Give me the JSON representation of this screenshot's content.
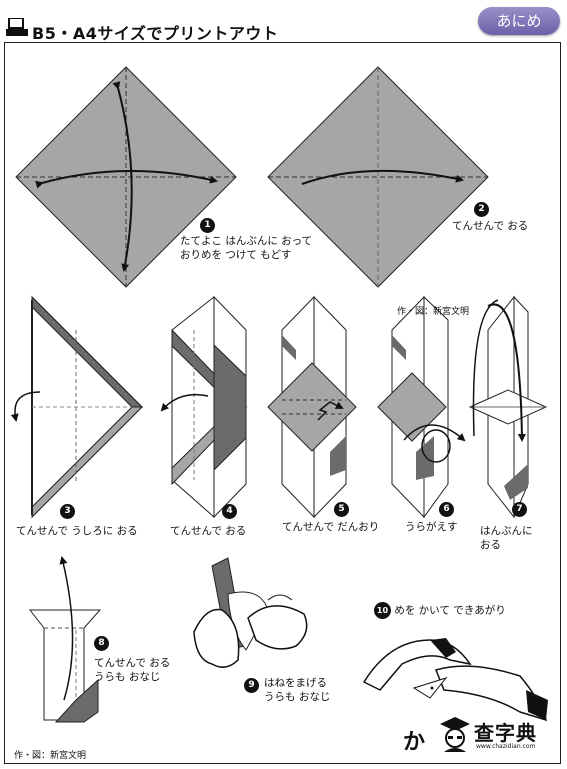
{
  "header": {
    "title": "B5・A4サイズでプリントアウト",
    "badge": "あにめ"
  },
  "steps": [
    {
      "num": "1",
      "text1": "たてよこ はんぶんに おって",
      "text2": "おりめを つけて もどす"
    },
    {
      "num": "2",
      "text1": "てんせんで おる"
    },
    {
      "num": "3",
      "text1": "てんせんで うしろに おる"
    },
    {
      "num": "4",
      "text1": "てんせんで おる"
    },
    {
      "num": "5",
      "text1": "てんせんで だんおり"
    },
    {
      "num": "6",
      "text1": "うらがえす"
    },
    {
      "num": "7",
      "text1": "はんぶんに",
      "text2": "おる"
    },
    {
      "num": "8",
      "text1": "てんせんで おる",
      "text2": "うらも おなじ"
    },
    {
      "num": "9",
      "text1": "はねをまげる",
      "text2": "うらも おなじ"
    },
    {
      "num": "10",
      "text1": "めを かいて できあがり"
    }
  ],
  "credits": {
    "mid": "作・図：新宮文明",
    "bottom": "作・図：新宮文明"
  },
  "watermark": {
    "ka": "か",
    "title": "查字典",
    "url": "www.chazidian.com"
  },
  "colors": {
    "paper_gray": "#a6a6a6",
    "dark_band": "#6b6b6b",
    "line": "#222222",
    "badge": "#7d72b8"
  }
}
